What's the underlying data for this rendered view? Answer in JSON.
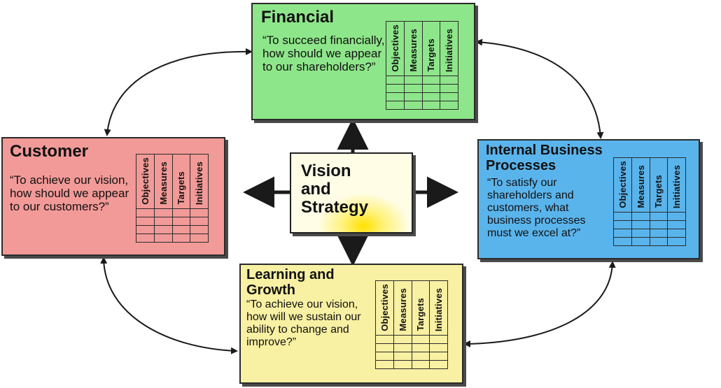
{
  "diagram": {
    "center": {
      "title": "Vision\nand\nStrategy"
    },
    "perspectives": [
      {
        "id": "financial",
        "title": "Financial",
        "question": "“To succeed financially, how should we appear to our shareholders?”",
        "color": "#8ee68a"
      },
      {
        "id": "customer",
        "title": "Customer",
        "question": "“To achieve our vision, how should we appear to our customers?”",
        "color": "#f29a98"
      },
      {
        "id": "internal",
        "title": "Internal Business\nProcesses",
        "question": "“To satisfy our shareholders and customers, what business processes must we excel at?”",
        "color": "#5ab4ec"
      },
      {
        "id": "learning",
        "title": "Learning and\nGrowth",
        "question": "“To achieve our vision, how will we sustain our ability to change and improve?”",
        "color": "#f8f0a2"
      }
    ],
    "grid_columns": [
      "Objectives",
      "Measures",
      "Targets",
      "Initiatives"
    ],
    "grid_rows": 4,
    "colors": {
      "border": "#2b2b2b",
      "shadow": "#4a4a4a",
      "arrow": "#1a1a1a"
    }
  }
}
